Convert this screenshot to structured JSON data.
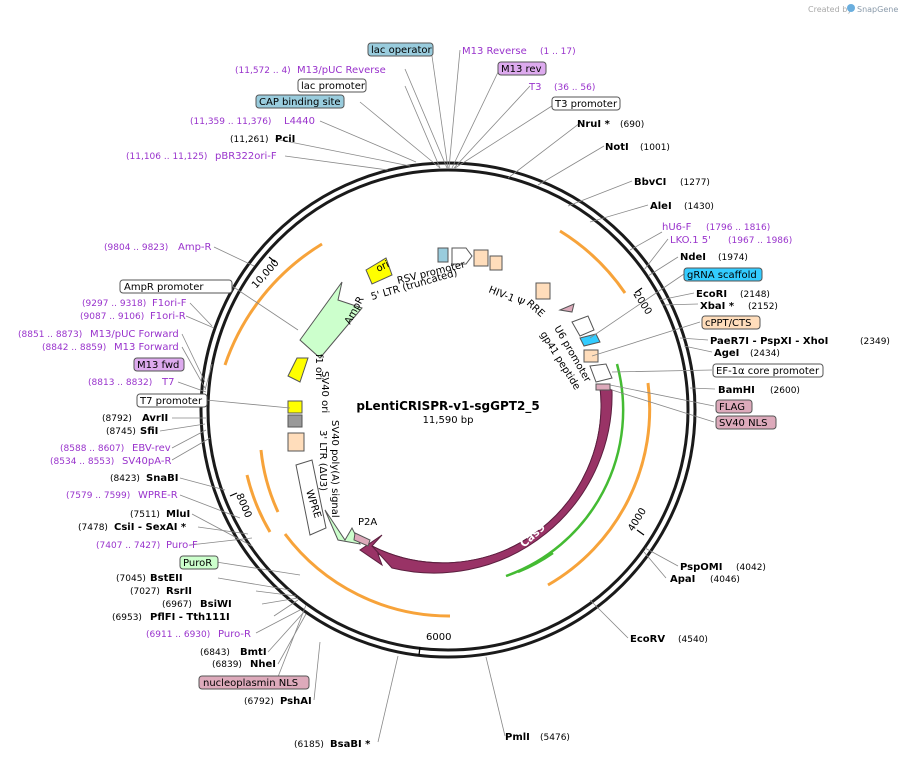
{
  "header": {
    "credit": "Created by",
    "brand": "SnapGene"
  },
  "map": {
    "title": "pLentiCRISPR-v1-sgGPT2_5",
    "length_label": "11,590 bp",
    "length_bp": 11590,
    "colors": {
      "outline": "#1a1a1a",
      "primer": "#9933cc",
      "enzyme": "#000000",
      "orf": "#ffa500",
      "cas9": "#993366",
      "green_arrow": "#33cc33",
      "ori": "#ffff00",
      "ampr": "#ccffcc",
      "box_blue": "#99ccdd",
      "box_purple": "#ddaaee",
      "box_peach": "#ffddbb",
      "box_pink": "#ddaabb",
      "box_green": "#ccffcc",
      "box_cyan": "#33ccff"
    }
  },
  "ruler": [
    {
      "bp": 2000,
      "label": "2000"
    },
    {
      "bp": 4000,
      "label": "4000"
    },
    {
      "bp": 6000,
      "label": "6000"
    },
    {
      "bp": 8000,
      "label": "8000"
    },
    {
      "bp": 10000,
      "label": "10,000"
    }
  ],
  "inner_features": [
    {
      "name": "ori",
      "label": "ori"
    },
    {
      "name": "ampr",
      "label": "AmpR"
    },
    {
      "name": "f1-ori",
      "label": "f1 ori"
    },
    {
      "name": "sv40-ori",
      "label": "SV40 ori"
    },
    {
      "name": "sv40-polya",
      "label": "SV40 poly(A) signal"
    },
    {
      "name": "3-ltr",
      "label": "3' LTR (ΔU3)"
    },
    {
      "name": "wpre",
      "label": "WPRE"
    },
    {
      "name": "p2a",
      "label": "P2A"
    },
    {
      "name": "cas9",
      "label": "Cas9"
    },
    {
      "name": "rsv-promoter",
      "label": "RSV promoter"
    },
    {
      "name": "5-ltr",
      "label": "5' LTR (truncated)"
    },
    {
      "name": "hiv-psi",
      "label": "HIV-1 Ψ"
    },
    {
      "name": "rre",
      "label": "RRE"
    },
    {
      "name": "gp41",
      "label": "gp41 peptide"
    },
    {
      "name": "u6",
      "label": "U6 promoter"
    }
  ],
  "left_labels": [
    {
      "name": "lac-operator",
      "text": "lac operator",
      "style": "box_blue"
    },
    {
      "name": "m13pucrev",
      "coord": "(11,572 .. 4)",
      "text": "M13/pUC Reverse",
      "style": "primer"
    },
    {
      "name": "lac-promoter",
      "text": "lac promoter",
      "style": "box_white"
    },
    {
      "name": "cap",
      "text": "CAP binding site",
      "style": "box_blue"
    },
    {
      "name": "l4440",
      "coord": "(11,359 .. 11,376)",
      "text": "L4440",
      "style": "primer"
    },
    {
      "name": "pcii",
      "coord": "(11,261)",
      "text": "PciI",
      "style": "enzyme"
    },
    {
      "name": "pbr322",
      "coord": "(11,106 .. 11,125)",
      "text": "pBR322ori-F",
      "style": "primer"
    },
    {
      "name": "ampr-primer",
      "coord": "(9804 .. 9823)",
      "text": "Amp-R",
      "style": "primer"
    },
    {
      "name": "ampr-promoter",
      "text": "AmpR promoter",
      "style": "box_white"
    },
    {
      "name": "f1ori-f",
      "coord": "(9297 .. 9318)",
      "text": "F1ori-F",
      "style": "primer"
    },
    {
      "name": "f1ori-r",
      "coord": "(9087 .. 9106)",
      "text": "F1ori-R",
      "style": "primer"
    },
    {
      "name": "m13pucfwd",
      "coord": "(8851 .. 8873)",
      "text": "M13/pUC Forward",
      "style": "primer"
    },
    {
      "name": "m13fwd-primer",
      "coord": "(8842 .. 8859)",
      "text": "M13 Forward",
      "style": "primer"
    },
    {
      "name": "m13fwd",
      "text": "M13 fwd",
      "style": "box_purple"
    },
    {
      "name": "t7",
      "coord": "(8813 .. 8832)",
      "text": "T7",
      "style": "primer"
    },
    {
      "name": "t7-promoter",
      "text": "T7 promoter",
      "style": "box_white"
    },
    {
      "name": "avrii",
      "coord": "(8792)",
      "text": "AvrII",
      "style": "enzyme"
    },
    {
      "name": "sfii",
      "coord": "(8745)",
      "text": "SfiI",
      "style": "enzyme"
    },
    {
      "name": "ebv-rev",
      "coord": "(8588 .. 8607)",
      "text": "EBV-rev",
      "style": "primer"
    },
    {
      "name": "sv40pa-r",
      "coord": "(8534 .. 8553)",
      "text": "SV40pA-R",
      "style": "primer"
    },
    {
      "name": "snabi",
      "coord": "(8423)",
      "text": "SnaBI",
      "style": "enzyme"
    },
    {
      "name": "wpre-r",
      "coord": "(7579 .. 7599)",
      "text": "WPRE-R",
      "style": "primer"
    },
    {
      "name": "mlui",
      "coord": "(7511)",
      "text": "MluI",
      "style": "enzyme"
    },
    {
      "name": "csii",
      "coord": "(7478)",
      "text": "CsiI  -  SexAI *",
      "style": "enzyme"
    },
    {
      "name": "puro-f",
      "coord": "(7407 .. 7427)",
      "text": "Puro-F",
      "style": "primer"
    },
    {
      "name": "puror",
      "text": "PuroR",
      "style": "box_green"
    },
    {
      "name": "bsteii",
      "coord": "(7045)",
      "text": "BstEII",
      "style": "enzyme"
    },
    {
      "name": "rsrii",
      "coord": "(7027)",
      "text": "RsrII",
      "style": "enzyme"
    },
    {
      "name": "bsiwi",
      "coord": "(6967)",
      "text": "BsiWI",
      "style": "enzyme"
    },
    {
      "name": "pflfi",
      "coord": "(6953)",
      "text": "PflFI  -  Tth111I",
      "style": "enzyme"
    },
    {
      "name": "puro-r",
      "coord": "(6911 .. 6930)",
      "text": "Puro-R",
      "style": "primer"
    },
    {
      "name": "bmti",
      "coord": "(6843)",
      "text": "BmtI",
      "style": "enzyme"
    },
    {
      "name": "nhei",
      "coord": "(6839)",
      "text": "NheI",
      "style": "enzyme"
    },
    {
      "name": "nucleoplasmin",
      "text": "nucleoplasmin NLS",
      "style": "box_pink"
    },
    {
      "name": "pshai",
      "coord": "(6792)",
      "text": "PshAI",
      "style": "enzyme"
    },
    {
      "name": "bsabi",
      "coord": "(6185)",
      "text": "BsaBI *",
      "style": "enzyme"
    }
  ],
  "right_labels": [
    {
      "name": "m13rev-primer",
      "text": "M13 Reverse",
      "coord": "(1 .. 17)",
      "style": "primer"
    },
    {
      "name": "m13rev",
      "text": "M13 rev",
      "style": "box_purple"
    },
    {
      "name": "t3",
      "text": "T3",
      "coord": "(36 .. 56)",
      "style": "primer"
    },
    {
      "name": "t3-promoter",
      "text": "T3 promoter",
      "style": "box_white"
    },
    {
      "name": "nrui",
      "text": "NruI *",
      "coord": "(690)",
      "style": "enzyme"
    },
    {
      "name": "noti",
      "text": "NotI",
      "coord": "(1001)",
      "style": "enzyme"
    },
    {
      "name": "bbvci",
      "text": "BbvCI",
      "coord": "(1277)",
      "style": "enzyme"
    },
    {
      "name": "alei",
      "text": "AleI",
      "coord": "(1430)",
      "style": "enzyme"
    },
    {
      "name": "hu6f",
      "text": "hU6-F",
      "coord": "(1796 .. 1816)",
      "style": "primer"
    },
    {
      "name": "lko1",
      "text": "LKO.1 5'",
      "coord": "(1967 .. 1986)",
      "style": "primer"
    },
    {
      "name": "ndei",
      "text": "NdeI",
      "coord": "(1974)",
      "style": "enzyme"
    },
    {
      "name": "grna",
      "text": "gRNA scaffold",
      "style": "box_cyan"
    },
    {
      "name": "ecori",
      "text": "EcoRI",
      "coord": "(2148)",
      "style": "enzyme"
    },
    {
      "name": "xbai",
      "text": "XbaI *",
      "coord": "(2152)",
      "style": "enzyme"
    },
    {
      "name": "cppt",
      "text": "cPPT/CTS",
      "style": "box_peach"
    },
    {
      "name": "paer7i",
      "text": "PaeR7I  -  PspXI  -  XhoI",
      "coord": "(2349)",
      "style": "enzyme"
    },
    {
      "name": "agei",
      "text": "AgeI",
      "coord": "(2434)",
      "style": "enzyme"
    },
    {
      "name": "ef1a",
      "text": "EF-1α core promoter",
      "style": "box_white"
    },
    {
      "name": "bamhi",
      "text": "BamHI",
      "coord": "(2600)",
      "style": "enzyme"
    },
    {
      "name": "flag",
      "text": "FLAG",
      "style": "box_pink"
    },
    {
      "name": "sv40nls",
      "text": "SV40 NLS",
      "style": "box_pink"
    },
    {
      "name": "pspomi",
      "text": "PspOMI",
      "coord": "(4042)",
      "style": "enzyme"
    },
    {
      "name": "apai",
      "text": "ApaI",
      "coord": "(4046)",
      "style": "enzyme"
    },
    {
      "name": "ecorv",
      "text": "EcoRV",
      "coord": "(4540)",
      "style": "enzyme"
    },
    {
      "name": "pmli",
      "text": "PmlI",
      "coord": "(5476)",
      "style": "enzyme"
    }
  ]
}
